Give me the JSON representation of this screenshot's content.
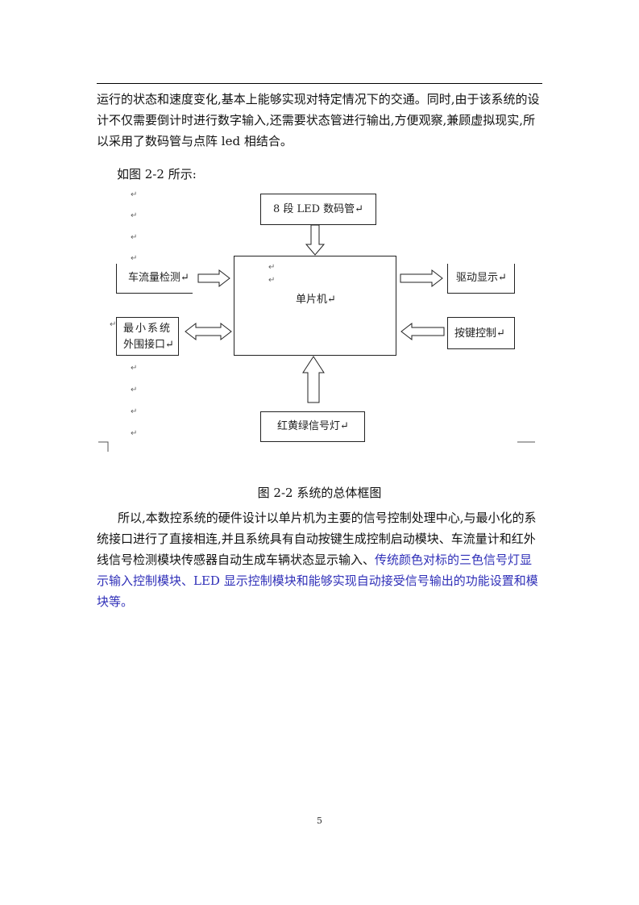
{
  "body": {
    "para1": "运行的状态和速度变化,基本上能够实现对特定情况下的交通。同时,由于该系统的设计不仅需要倒计时进行数字输入,还需要状态管进行输出,方便观察,兼顾虚拟现实,所以采用了数码管与点阵 led 相结合。",
    "para2": "如图 2-2 所示:",
    "para3_black": "所以,本数控系统的硬件设计以单片机为主要的信号控制处理中心,与最小化的系统接口进行了直接相连,并且系统具有自动按键生成控制启动模块、车流量计和红外线信号检测模块传感器自动生成车辆状态显示输入、",
    "para3_blue": "传统颜色对标的三色信号灯显示输入控制模块、LED 显示控制模块和能够实现自动接受信号输出的功能设置和模块等。"
  },
  "figure": {
    "caption": "图 2-2 系统的总体框图",
    "mcu_label": "单片机↵",
    "led_label": "8 段 LED 数码管↵",
    "traffic_label": "车流量检测↵",
    "minsys_label_1": "最小系统",
    "minsys_label_2": "外围接口↵",
    "drive_label": "驱动显示↵",
    "key_label": "按键控制↵",
    "signal_label": "红黄绿信号灯↵",
    "return_mark": "↵"
  },
  "page": {
    "number": "5"
  }
}
